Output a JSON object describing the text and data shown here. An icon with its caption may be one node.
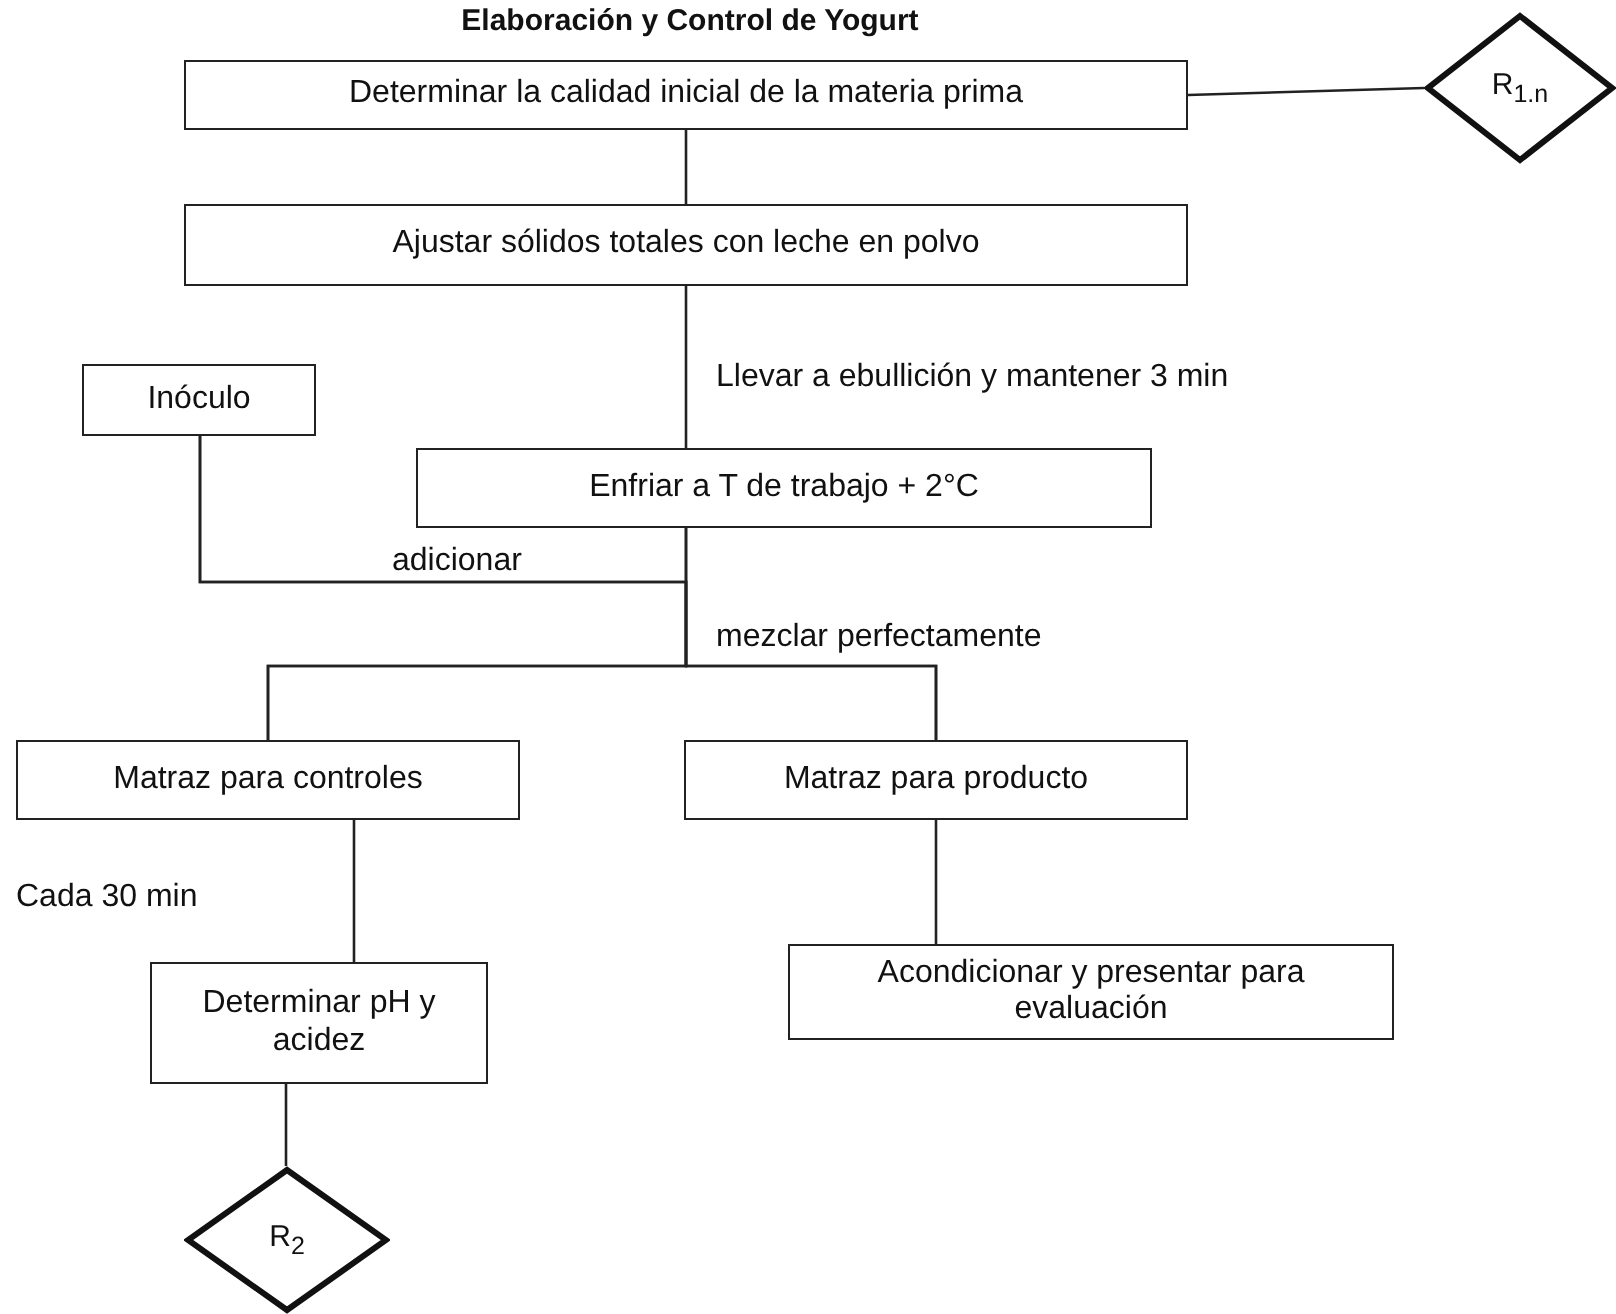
{
  "diagram": {
    "title": "Elaboración y Control de Yogurt",
    "nodes": [
      {
        "text": [
          "Determinar la calidad inicial de la materia prima"
        ]
      },
      {
        "text": [
          "R$_{1.n}$"
        ]
      },
      {
        "text": [
          "Ajustar sólidos totales  con leche en polvo"
        ]
      },
      {
        "text": [
          "Inóculo"
        ]
      },
      {
        "text": [
          "Enfriar  a  T de trabajo + 2°C"
        ]
      },
      {
        "text": [
          "Matraz para controles"
        ]
      },
      {
        "text": [
          "Matraz para producto"
        ]
      },
      {
        "text": [
          "Acondicionar y presentar para evaluación"
        ]
      },
      {
        "text": [
          "Determinar pH  y  acidez"
        ]
      },
      {
        "text": [
          "R$_{2}$"
        ]
      }
    ],
    "edges": [
      {
        "from": 0,
        "to": 1,
        "arrow": "none"
      },
      {
        "from": 0,
        "to": 2,
        "arrow": "none"
      },
      {
        "from": 2,
        "to": 4,
        "arrow": "none",
        "label": "Llevar a ebullición y mantener 3 min"
      },
      {
        "from": 3,
        "to": 5,
        "arrow": "none"
      },
      {
        "from": 3,
        "to": 6,
        "arrow": "none"
      },
      {
        "from": 4,
        "to": 5,
        "arrow": "none"
      },
      {
        "from": 4,
        "to": 6,
        "arrow": "none"
      },
      {
        "from": 5,
        "to": 8,
        "arrow": "none",
        "label": "Cada 30 min"
      },
      {
        "from": 6,
        "to": 7,
        "arrow": "none"
      },
      {
        "from": 8,
        "to": 9,
        "arrow": "none"
      }
    ],
    "labels": [
      "adicionar",
      "mezclar perfectamente"
    ]
  }
}
